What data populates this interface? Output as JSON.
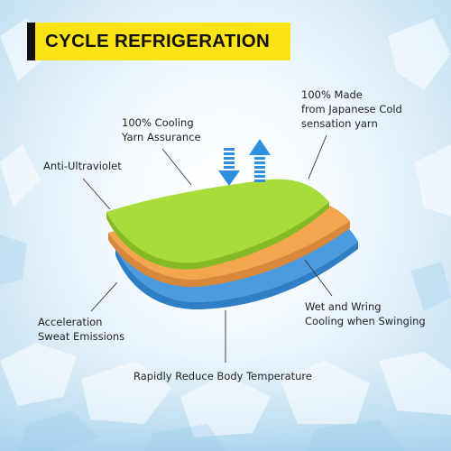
{
  "banner": {
    "title": "CYCLE REFRIGERATION"
  },
  "labels": {
    "cooling_yarn_1": "100% Cooling",
    "cooling_yarn_2": "Yarn Assurance",
    "japanese_1": "100% Made",
    "japanese_2": "from Japanese Cold",
    "japanese_3": "sensation yarn",
    "anti_uv": "Anti-Ultraviolet",
    "sweat_1": "Acceleration",
    "sweat_2": "Sweat Emissions",
    "wet_1": "Wet and Wring",
    "wet_2": "Cooling when Swinging",
    "body_temp": "Rapidly Reduce Body Temperature"
  },
  "icons": {
    "airflow": "airflow-arrows-icon"
  },
  "colors": {
    "banner_bg": "#fbe315",
    "banner_bar": "#111111",
    "layer_green": "#a8dc3a",
    "layer_orange": "#f3a64e",
    "layer_blue": "#4a9be0",
    "arrow_blue": "#2e8fde"
  }
}
